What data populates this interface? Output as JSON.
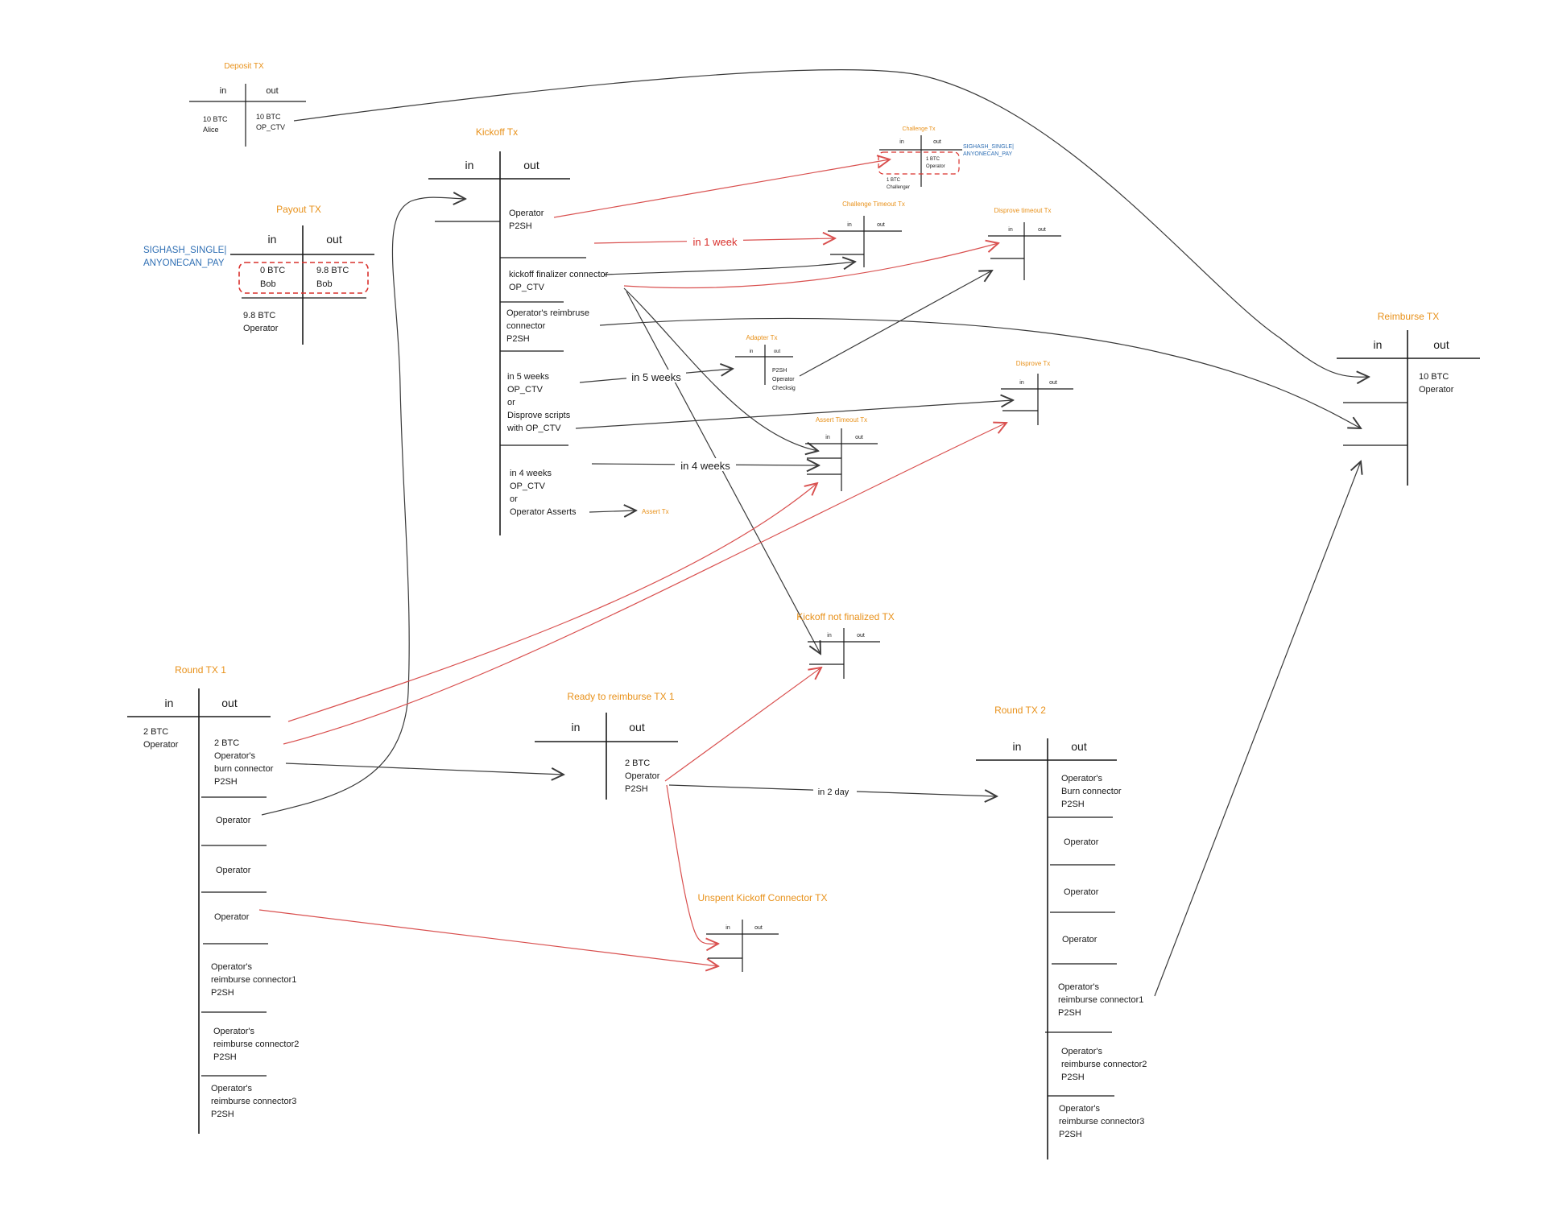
{
  "colors": {
    "title": "#e8911a",
    "note_blue": "#2f6fb4",
    "arrow_red": "#d9504f",
    "arrow_black": "#3a3a3a",
    "ink": "#1a1a1a"
  },
  "col": {
    "in": "in",
    "out": "out"
  },
  "deposit": {
    "title": "Deposit TX",
    "in": [
      "10 BTC",
      "Alice"
    ],
    "out": [
      "10 BTC",
      "OP_CTV"
    ]
  },
  "kickoff": {
    "title": "Kickoff Tx",
    "out1": [
      "Operator",
      "P2SH"
    ],
    "out2": [
      "kickoff finalizer connector",
      "OP_CTV"
    ],
    "out3": [
      "Operator's reimbruse",
      "connector",
      "P2SH"
    ],
    "out4": [
      "in 5 weeks",
      "OP_CTV",
      "or",
      "Disprove scripts",
      "with OP_CTV"
    ],
    "out5": [
      "in 4 weeks",
      "OP_CTV",
      "or",
      "Operator Asserts"
    ],
    "assert_ref": "Assert Tx"
  },
  "payout": {
    "title": "Payout TX",
    "sighash": [
      "SIGHASH_SINGLE|",
      "ANYONECAN_PAY"
    ],
    "in1": [
      "0 BTC",
      "Bob"
    ],
    "out1": [
      "9.8 BTC",
      "Bob"
    ],
    "in2": [
      "9.8 BTC",
      "Operator"
    ]
  },
  "challenge": {
    "title": "Challenge Tx",
    "sighash": [
      "SIGHASH_SINGLE|",
      "ANYONECAN_PAY"
    ],
    "in": [
      "1 BTC",
      "Challenger"
    ],
    "out": [
      "1 BTC",
      "Operator"
    ]
  },
  "challenge_timeout": {
    "title": "Challenge Timeout Tx"
  },
  "disprove_timeout": {
    "title": "Disprove timeout Tx"
  },
  "adapter": {
    "title": "Adapter Tx",
    "out": [
      "P2SH",
      "Operator",
      "Checksig"
    ]
  },
  "disprove": {
    "title": "Disprove Tx"
  },
  "assert_timeout": {
    "title": "Assert Timeout Tx"
  },
  "kickoff_not_finalized": {
    "title": "Kickoff not finalized TX"
  },
  "reimburse": {
    "title": "Reimburse TX",
    "out": [
      "10 BTC",
      "Operator"
    ]
  },
  "round1": {
    "title": "Round TX 1",
    "in": [
      "2 BTC",
      "Operator"
    ],
    "out1": [
      "2 BTC",
      "Operator's",
      "burn connector",
      "P2SH"
    ],
    "out2": "Operator",
    "out3": "Operator",
    "out4": "Operator",
    "out5": [
      "Operator's",
      "reimburse connector1",
      "P2SH"
    ],
    "out6": [
      "Operator's",
      "reimburse connector2",
      "P2SH"
    ],
    "out7": [
      "Operator's",
      "reimburse connector3",
      "P2SH"
    ]
  },
  "ready": {
    "title": "Ready to reimburse TX 1",
    "out": [
      "2 BTC",
      "Operator",
      "P2SH"
    ]
  },
  "unspent": {
    "title": "Unspent Kickoff Connector TX"
  },
  "round2": {
    "title": "Round TX 2",
    "out1": [
      "Operator's",
      "Burn connector",
      "P2SH"
    ],
    "out2": "Operator",
    "out3": "Operator",
    "out4": "Operator",
    "out5": [
      "Operator's",
      "reimburse connector1",
      "P2SH"
    ],
    "out6": [
      "Operator's",
      "reimburse connector2",
      "P2SH"
    ],
    "out7": [
      "Operator's",
      "reimburse connector3",
      "P2SH"
    ]
  },
  "edges": {
    "week1": "in 1 week",
    "week5": "in 5 weeks",
    "week4": "in 4 weeks",
    "day2": "in 2 day"
  }
}
